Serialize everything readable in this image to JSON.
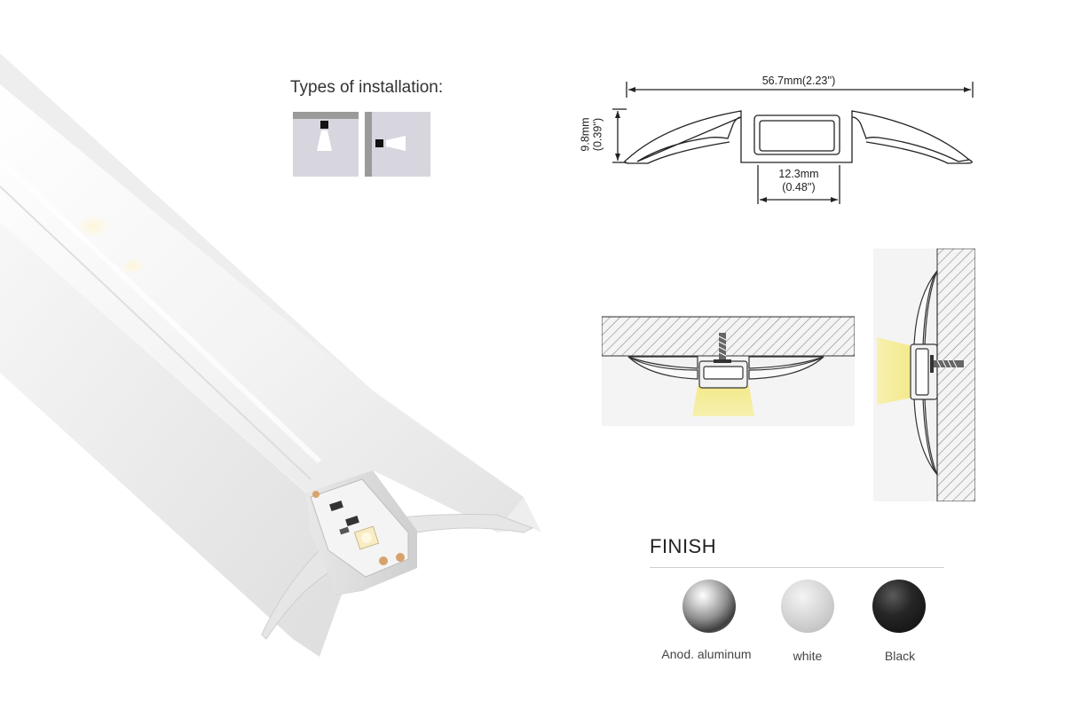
{
  "installation": {
    "title": "Types of installation:",
    "types": [
      {
        "icon": "ceiling-mount-icon"
      },
      {
        "icon": "wall-mount-icon"
      }
    ]
  },
  "dimensions": {
    "width": "56.7mm(2.23'')",
    "height_mm": "9.8mm",
    "height_in": "(0.39'')",
    "channel_mm": "12.3mm",
    "channel_in": "(0.48'')"
  },
  "finish": {
    "title": "FINISH",
    "options": [
      {
        "label": "Anod. aluminum",
        "color": "#a8a8a8"
      },
      {
        "label": "white",
        "color": "#d9d9d9"
      },
      {
        "label": "Black",
        "color": "#1c1c1c"
      }
    ]
  },
  "colors": {
    "light_beam": "#f3e98a",
    "led_warm": "#f7ecc4",
    "profile_white": "#f2f2f2",
    "diagram_line": "#222222"
  }
}
